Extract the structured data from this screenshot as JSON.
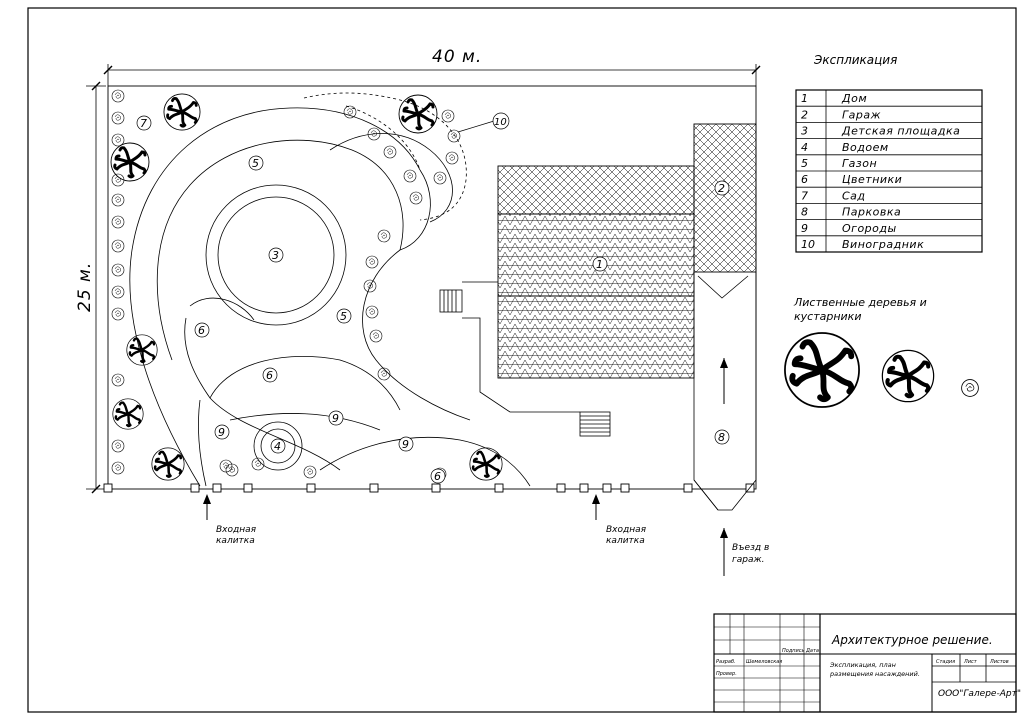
{
  "dimensions": {
    "width_label": "40 м.",
    "height_label": "25 м."
  },
  "explication": {
    "title": "Экспликация",
    "items": [
      {
        "num": "1",
        "name": "Дом"
      },
      {
        "num": "2",
        "name": "Гараж"
      },
      {
        "num": "3",
        "name": "Детская площадка"
      },
      {
        "num": "4",
        "name": "Водоем"
      },
      {
        "num": "5",
        "name": "Газон"
      },
      {
        "num": "6",
        "name": "Цветники"
      },
      {
        "num": "7",
        "name": "Сад"
      },
      {
        "num": "8",
        "name": "Парковка"
      },
      {
        "num": "9",
        "name": "Огороды"
      },
      {
        "num": "10",
        "name": "Виноградник"
      }
    ]
  },
  "legend": {
    "title_line1": "Лиственные деревья и",
    "title_line2": "кустарники"
  },
  "zone_labels": [
    {
      "id": "zone-1",
      "text": "1"
    },
    {
      "id": "zone-2",
      "text": "2"
    },
    {
      "id": "zone-3",
      "text": "3"
    },
    {
      "id": "zone-4",
      "text": "4"
    },
    {
      "id": "zone-5a",
      "text": "5"
    },
    {
      "id": "zone-5b",
      "text": "5"
    },
    {
      "id": "zone-6a",
      "text": "6"
    },
    {
      "id": "zone-6b",
      "text": "6"
    },
    {
      "id": "zone-6c",
      "text": "6"
    },
    {
      "id": "zone-7",
      "text": "7"
    },
    {
      "id": "zone-8",
      "text": "8"
    },
    {
      "id": "zone-9a",
      "text": "9"
    },
    {
      "id": "zone-9b",
      "text": "9"
    },
    {
      "id": "zone-9c",
      "text": "9"
    },
    {
      "id": "zone-10",
      "text": "10"
    }
  ],
  "entrances": {
    "gate1_line1": "Входная",
    "gate1_line2": "калитка",
    "gate2_line1": "Входная",
    "gate2_line2": "калитка",
    "garage_line1": "Въезд в",
    "garage_line2": "гараж."
  },
  "title_block": {
    "project_title": "Архитектурное решение.",
    "sheet_line1": "Экспликация, план",
    "sheet_line2": "размещения насаждений.",
    "company": "ООО\"Галере-Арт\"",
    "col_podpis": "Подпись",
    "col_data": "Дата",
    "row_razrab": "Разраб.",
    "row_razrab_name": "Шемеловская",
    "row_prover": "Провер.",
    "col_stadiya": "Стадия",
    "col_list": "Лист",
    "col_listov": "Листов"
  }
}
